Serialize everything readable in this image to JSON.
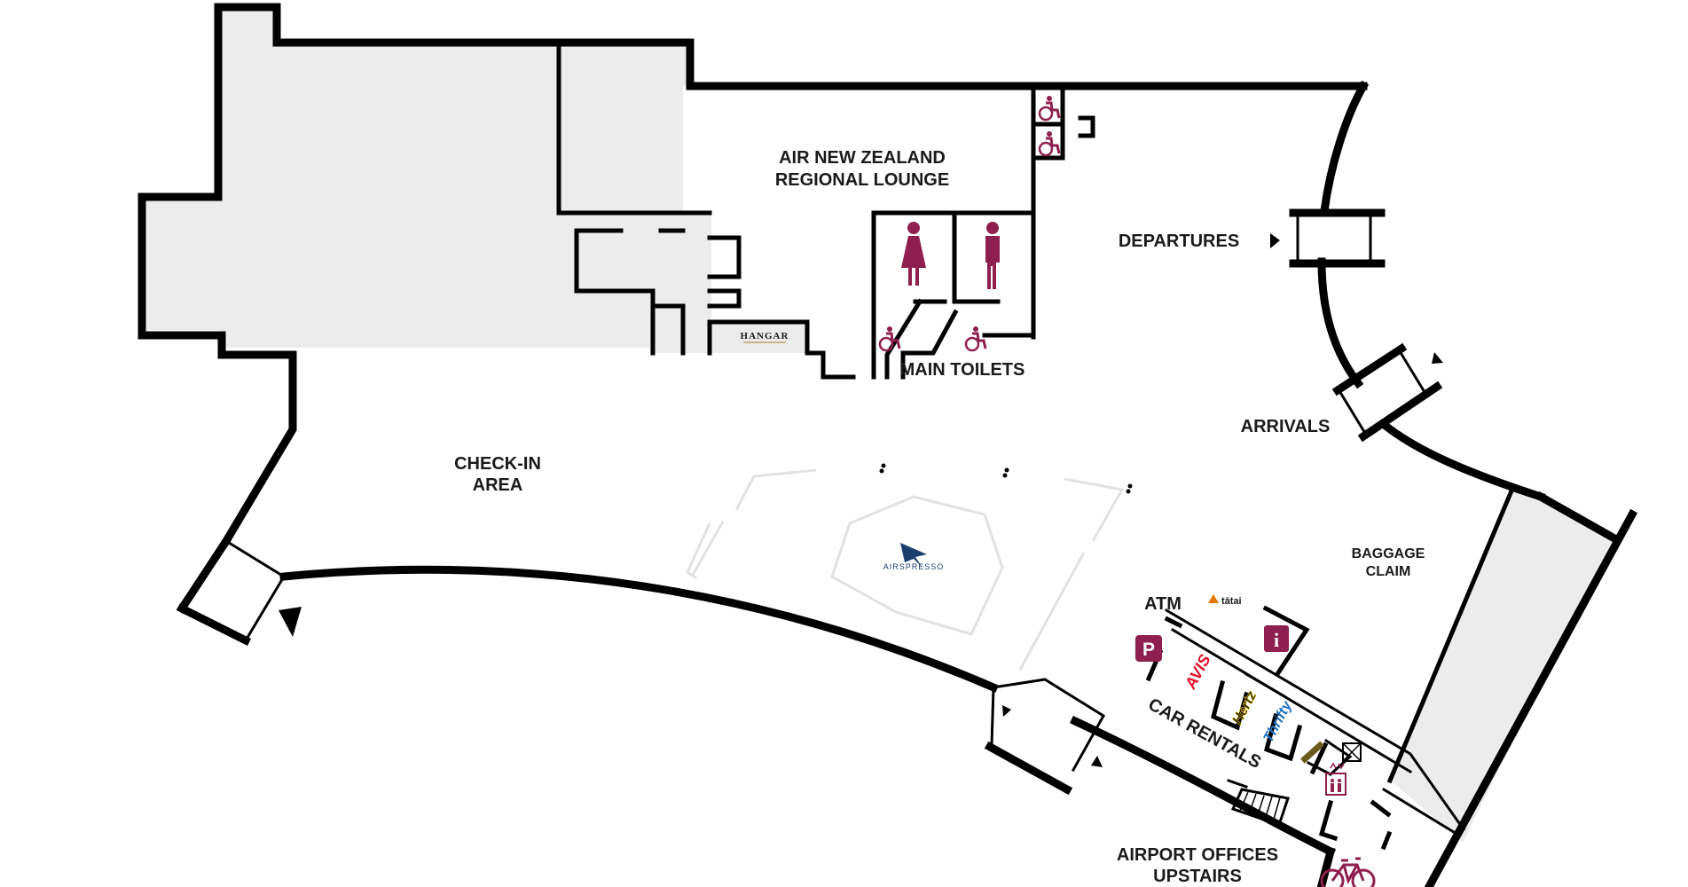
{
  "labels": {
    "lounge_line1": "AIR NEW ZEALAND",
    "lounge_line2": "REGIONAL LOUNGE",
    "departures": "DEPARTURES",
    "main_toilets": "MAIN TOILETS",
    "arrivals": "ARRIVALS",
    "checkin_line1": "CHECK-IN",
    "checkin_line2": "AREA",
    "baggage_line1": "BAGGAGE",
    "baggage_line2": "CLAIM",
    "atm": "ATM",
    "car_rentals": "CAR RENTALS",
    "offices_line1": "AIRPORT OFFICES",
    "offices_line2": "UPSTAIRS"
  },
  "logos": {
    "hangar": "HANGAR",
    "airspresso": "AIRSPRESSO",
    "tatai": "tātai",
    "avis": "AVIS",
    "hertz": "Hertz",
    "thrifty": "Thrifty"
  },
  "icons": {
    "parking": "P",
    "info": "i"
  },
  "colors": {
    "accent": "#8e1f4f",
    "avis": "#e0102a",
    "thrifty": "#1a6fc2",
    "hertz": "#f5c400",
    "airspresso": "#1c3f6e"
  }
}
